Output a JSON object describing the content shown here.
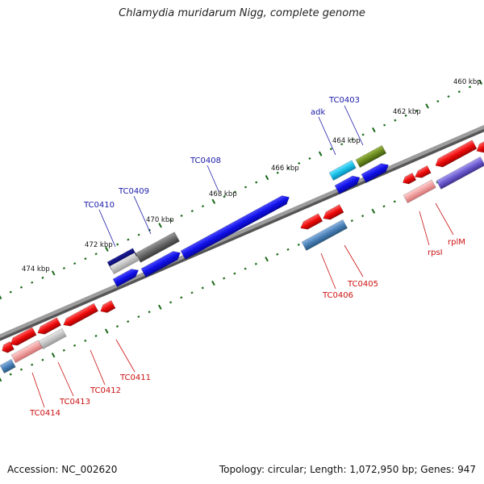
{
  "title": "Chlamydia muridarum Nigg, complete genome",
  "footer": {
    "accession": "Accession: NC_002620",
    "summary": "Topology: circular; Length: 1,072,950 bp; Genes: 947"
  },
  "ticks": [
    {
      "label": "474 kbp"
    },
    {
      "label": "472 kbp"
    },
    {
      "label": "470 kbp"
    },
    {
      "label": "468 kbp"
    },
    {
      "label": "466 kbp"
    },
    {
      "label": "464 kbp"
    },
    {
      "label": "462 kbp"
    },
    {
      "label": "460 kbp"
    }
  ],
  "gene_labels_top": [
    {
      "name": "TC0410"
    },
    {
      "name": "TC0409"
    },
    {
      "name": "TC0408"
    },
    {
      "name": "adk"
    },
    {
      "name": "TC0403"
    }
  ],
  "gene_labels_bottom": [
    {
      "name": "TC0414"
    },
    {
      "name": "TC0413"
    },
    {
      "name": "TC0412"
    },
    {
      "name": "TC0411"
    },
    {
      "name": "TC0406"
    },
    {
      "name": "TC0405"
    },
    {
      "name": "rpsI"
    },
    {
      "name": "rplM"
    }
  ],
  "colors": {
    "forward_blue": "#1010e8",
    "navy": "#0a0a70",
    "cyan": "#18c0e8",
    "olive": "#6a8a1e",
    "grey": "#666666",
    "red": "#ee0a0a",
    "pink": "#f0a0a0",
    "steel": "#4a80b8",
    "purple": "#6a5ad0",
    "label_blue": "#1a1aa8",
    "label_red": "#cc1010",
    "tick_green": "#1a6a1a",
    "backbone": "#777777"
  }
}
